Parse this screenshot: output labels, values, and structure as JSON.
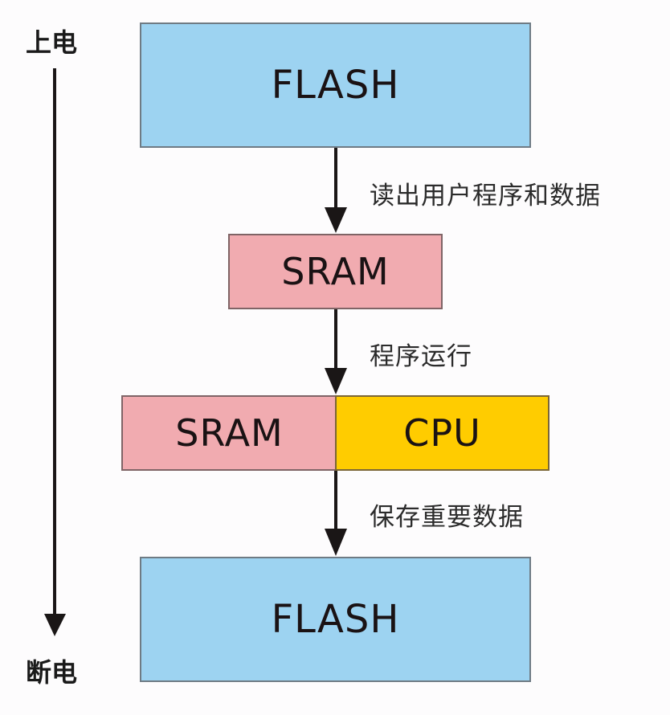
{
  "timeline": {
    "start_label": "上电",
    "end_label": "断电"
  },
  "nodes": {
    "flash_top": {
      "label": "FLASH",
      "color": "#9dd3f1"
    },
    "sram": {
      "label": "SRAM",
      "color": "#f1abb0"
    },
    "sram_running": {
      "label": "SRAM",
      "color": "#f1abb0"
    },
    "cpu": {
      "label": "CPU",
      "color": "#ffcc00"
    },
    "flash_bottom": {
      "label": "FLASH",
      "color": "#9dd3f1"
    }
  },
  "edges": [
    {
      "from": "flash_top",
      "to": "sram",
      "label": "读出用户程序和数据"
    },
    {
      "from": "sram",
      "to": "sram_running",
      "label": "程序运行"
    },
    {
      "from": "sram_running",
      "to": "flash_bottom",
      "label": "保存重要数据"
    }
  ]
}
